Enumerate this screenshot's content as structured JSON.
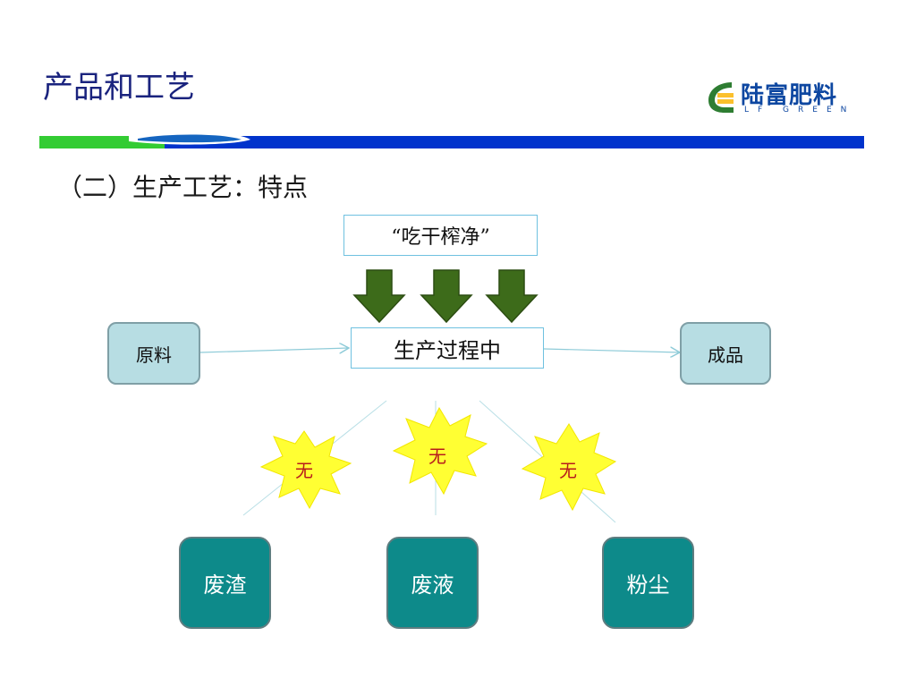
{
  "header": {
    "title": "产品和工艺",
    "logo_text": "陆富肥料",
    "logo_sub": "LF GREEN"
  },
  "section": {
    "subtitle": "（二）生产工艺：特点"
  },
  "diagram": {
    "motto": "“吃干榨净”",
    "input": "原料",
    "process": "生产过程中",
    "output": "成品",
    "stars": [
      "无",
      "无",
      "无"
    ],
    "wastes": [
      "废渣",
      "废液",
      "粉尘"
    ]
  },
  "colors": {
    "title": "#1a237e",
    "band_blue": "#0033cc",
    "band_green": "#33cc33",
    "arrow_green": "#3d6b1a",
    "star_yellow": "#ffff33",
    "waste_teal": "#0d8a8a",
    "node_light": "#b7dde3"
  }
}
